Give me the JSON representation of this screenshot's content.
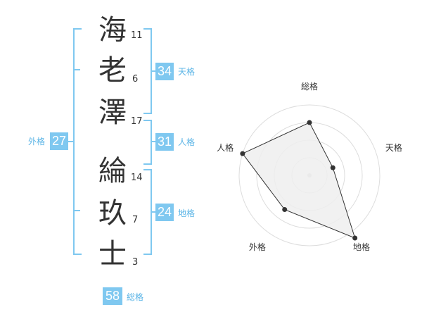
{
  "name": {
    "chars": [
      {
        "char": "海",
        "strokes": "11"
      },
      {
        "char": "老",
        "strokes": "6"
      },
      {
        "char": "澤",
        "strokes": "17"
      },
      {
        "char": "綸",
        "strokes": "14"
      },
      {
        "char": "玖",
        "strokes": "7"
      },
      {
        "char": "士",
        "strokes": "3"
      }
    ]
  },
  "fortunes": {
    "tenkaku": {
      "value": "34",
      "label": "天格"
    },
    "jinkaku": {
      "value": "31",
      "label": "人格"
    },
    "chikaku": {
      "value": "24",
      "label": "地格"
    },
    "gaikaku": {
      "value": "27",
      "label": "外格"
    },
    "soukaku": {
      "value": "58",
      "label": "総格"
    }
  },
  "chart_data": {
    "type": "radar",
    "axes": [
      "総格",
      "天格",
      "地格",
      "外格",
      "人格"
    ],
    "values": [
      0.75,
      0.35,
      1.1,
      0.6,
      1.0
    ],
    "rings": 4,
    "colors": {
      "fill": "#eeeeee",
      "stroke": "#333333",
      "ring": "#dddddd",
      "point": "#333333"
    }
  },
  "colors": {
    "accent": "#7fc8f0",
    "accent_text": "#5ab4e6"
  }
}
